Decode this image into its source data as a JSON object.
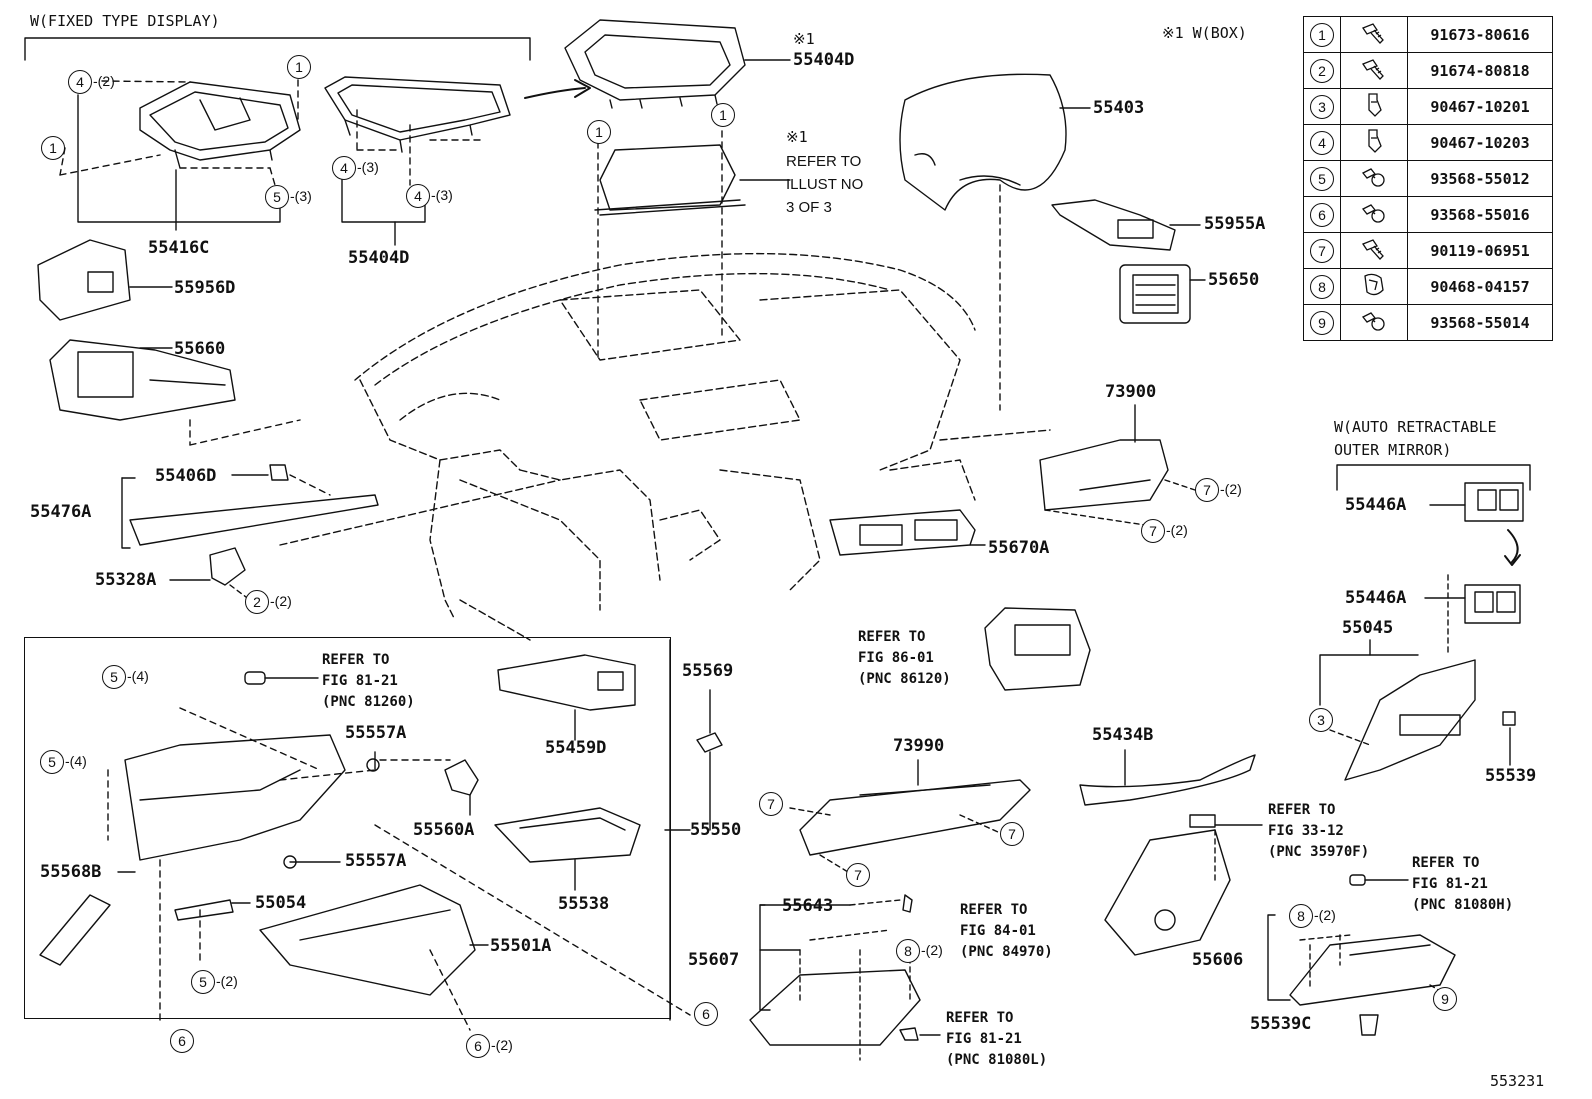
{
  "headers": {
    "fixed_display": "W(FIXED TYPE DISPLAY)",
    "box_note": "※1 W(BOX)",
    "mirror_note_1": "W(AUTO RETRACTABLE",
    "mirror_note_2": "OUTER MIRROR)",
    "note_mark_1": "※1",
    "note_mark_2": "※1"
  },
  "parts": {
    "p55404D_top": "55404D",
    "p55403": "55403",
    "p55955A": "55955A",
    "p55650": "55650",
    "p55416C": "55416C",
    "p55404D": "55404D",
    "p55956D": "55956D",
    "p55660": "55660",
    "p55406D": "55406D",
    "p55476A": "55476A",
    "p55328A": "55328A",
    "p73900": "73900",
    "p55670A": "55670A",
    "p55446A_1": "55446A",
    "p55446A_2": "55446A",
    "p55045": "55045",
    "p55539": "55539",
    "p55569": "55569",
    "p55459D": "55459D",
    "p55557A_1": "55557A",
    "p55557A_2": "55557A",
    "p55560A": "55560A",
    "p55550": "55550",
    "p55538": "55538",
    "p55568B": "55568B",
    "p55054": "55054",
    "p55501A": "55501A",
    "p73990": "73990",
    "p55434B": "55434B",
    "p55643": "55643",
    "p55607": "55607",
    "p55606": "55606",
    "p55539C": "55539C",
    "figure_id": "553231"
  },
  "refs": {
    "airbag": "REFER TO\nILLUST NO\n3 OF 3",
    "fig86": "REFER TO\nFIG 86-01\n(PNC 86120)",
    "fig81_260": "REFER TO\nFIG 81-21\n(PNC 81260)",
    "fig33": "REFER TO\nFIG 33-12\n(PNC 35970F)",
    "fig81_080H": "REFER TO\nFIG 81-21\n(PNC 81080H)",
    "fig84": "REFER TO\nFIG 84-01\n(PNC 84970)",
    "fig81_080L": "REFER TO\nFIG 81-21\n(PNC 81080L)"
  },
  "callouts": {
    "c1": "4",
    "q1": "-(2)",
    "c2": "1",
    "c3": "1",
    "c4": "5",
    "q4": "-(3)",
    "c5": "4",
    "q5": "-(3)",
    "c6": "4",
    "q6": "-(3)",
    "c7": "1",
    "c8": "1",
    "c9": "2",
    "q9": "-(2)",
    "c10": "7",
    "q10": "-(2)",
    "c11": "7",
    "q11": "-(2)",
    "c12": "3",
    "c13": "5",
    "q13": "-(4)",
    "c14": "5",
    "q14": "-(4)",
    "c15": "5",
    "q15": "-(2)",
    "c16": "6",
    "c17": "6",
    "q17": "-(2)",
    "c18": "6",
    "c19": "7",
    "c20": "7",
    "c21": "7",
    "c22": "8",
    "q22": "-(2)",
    "c23": "8",
    "q23": "-(2)",
    "c24": "9"
  },
  "fastener_table": [
    {
      "num": "1",
      "part": "91673-80616",
      "icon": "bolt-icon"
    },
    {
      "num": "2",
      "part": "91674-80818",
      "icon": "bolt-icon"
    },
    {
      "num": "3",
      "part": "90467-10201",
      "icon": "clip-icon"
    },
    {
      "num": "4",
      "part": "90467-10203",
      "icon": "clip-icon"
    },
    {
      "num": "5",
      "part": "93568-55012",
      "icon": "screw-icon"
    },
    {
      "num": "6",
      "part": "93568-55016",
      "icon": "screw-icon"
    },
    {
      "num": "7",
      "part": "90119-06951",
      "icon": "bolt-icon"
    },
    {
      "num": "8",
      "part": "90468-04157",
      "icon": "clamp-icon"
    },
    {
      "num": "9",
      "part": "93568-55014",
      "icon": "screw-icon"
    }
  ]
}
